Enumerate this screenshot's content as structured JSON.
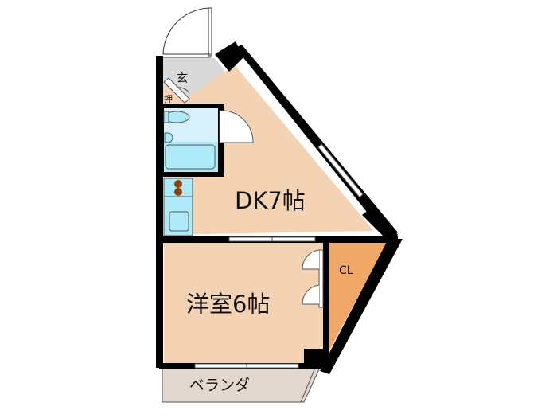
{
  "floorplan": {
    "rooms": {
      "entrance": {
        "label": "玄"
      },
      "closet_small": {
        "label": "押"
      },
      "dk": {
        "label": "DK7帖"
      },
      "western": {
        "label": "洋室6帖"
      },
      "cl": {
        "label": "CL"
      },
      "veranda": {
        "label": "ベランダ"
      }
    },
    "colors": {
      "floor": "#f4d2b4",
      "closet": "#f0a868",
      "entrance": "#d9d9d9",
      "veranda": "#e2d8d0",
      "water": "#aeeaf8",
      "bath_bg": "#d8f0fc",
      "wall": "#000000",
      "stove": "#8b4513"
    }
  }
}
